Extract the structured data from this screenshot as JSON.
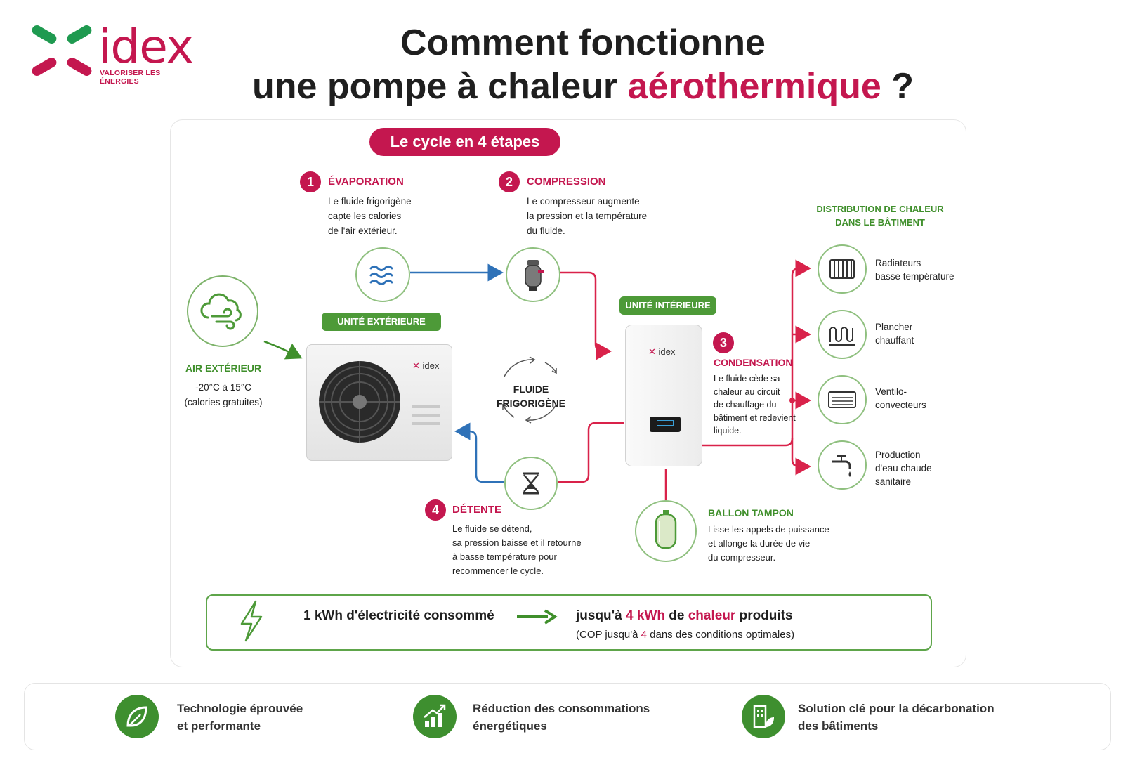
{
  "header": {
    "logo_word": "idex",
    "logo_tagline": "VALORISER LES ÉNERGIES",
    "title_line1": "Comment fonctionne",
    "title_line2_prefix": "une pompe à chaleur ",
    "title_line2_accent": "aérothermique",
    "title_line2_suffix": " ?"
  },
  "cycle_label": "Le cycle en 4 étapes",
  "steps": [
    {
      "num": "1",
      "title": "ÉVAPORATION",
      "lines": [
        "Le fluide frigorigène",
        "capte les calories",
        "de l'air extérieur."
      ]
    },
    {
      "num": "2",
      "title": "COMPRESSION",
      "lines": [
        "Le compresseur augmente",
        "la pression et la température",
        "du fluide."
      ]
    },
    {
      "num": "3",
      "title": "CONDENSATION",
      "lines": [
        "Le fluide cède sa",
        "chaleur au circuit",
        "de chauffage du",
        "bâtiment et redevient",
        "liquide."
      ]
    },
    {
      "num": "4",
      "title": "DÉTENTE",
      "lines": [
        "Le fluide se détend,",
        "sa pression baisse et il retourne",
        "à basse température pour",
        "recommencer le cycle."
      ]
    }
  ],
  "air": {
    "title": "AIR EXTÉRIEUR",
    "line1": "-20°C à 15°C",
    "line2": "(calories gratuites)"
  },
  "outdoor_unit_label": "UNITÉ EXTÉRIEURE",
  "indoor_unit_label": "UNITÉ INTÉRIEURE",
  "unit_brand": "idex",
  "fluid_label_1": "FLUIDE",
  "fluid_label_2": "FRIGORIGÈNE",
  "distribution": {
    "title_1": "DISTRIBUTION DE CHALEUR",
    "title_2": "DANS LE BÂTIMENT",
    "items": [
      {
        "icon": "radiator-icon",
        "lines": [
          "Radiateurs",
          "basse température"
        ]
      },
      {
        "icon": "floor-heating-icon",
        "lines": [
          "Plancher",
          "chauffant"
        ]
      },
      {
        "icon": "fan-coil-icon",
        "lines": [
          "Ventilo-",
          "convecteurs"
        ]
      },
      {
        "icon": "faucet-icon",
        "lines": [
          "Production",
          "d'eau chaude",
          "sanitaire"
        ]
      }
    ]
  },
  "buffer": {
    "title": "BALLON TAMPON",
    "lines": [
      "Lisse les appels de puissance",
      "et allonge la durée de vie",
      "du compresseur."
    ]
  },
  "energy": {
    "left": "1 kWh d'électricité consommé",
    "right_prefix": "jusqu'à ",
    "right_value": "4 kWh",
    "right_mid": " de ",
    "right_word": "chaleur",
    "right_suffix": " produits",
    "sub_prefix": "(COP jusqu'à ",
    "sub_value": "4",
    "sub_suffix": " dans des conditions optimales)"
  },
  "benefits": [
    {
      "icon": "leaf-icon",
      "lines": [
        "Technologie éprouvée",
        "et performante"
      ]
    },
    {
      "icon": "chart-up-icon",
      "lines": [
        "Réduction des consommations",
        "énergétiques"
      ]
    },
    {
      "icon": "building-leaf-icon",
      "lines": [
        "Solution clé pour la décarbonation",
        "des bâtiments"
      ]
    }
  ],
  "colors": {
    "crimson": "#c4174f",
    "green": "#4d9a38",
    "blue": "#2f72b8",
    "red": "#d9224a"
  }
}
